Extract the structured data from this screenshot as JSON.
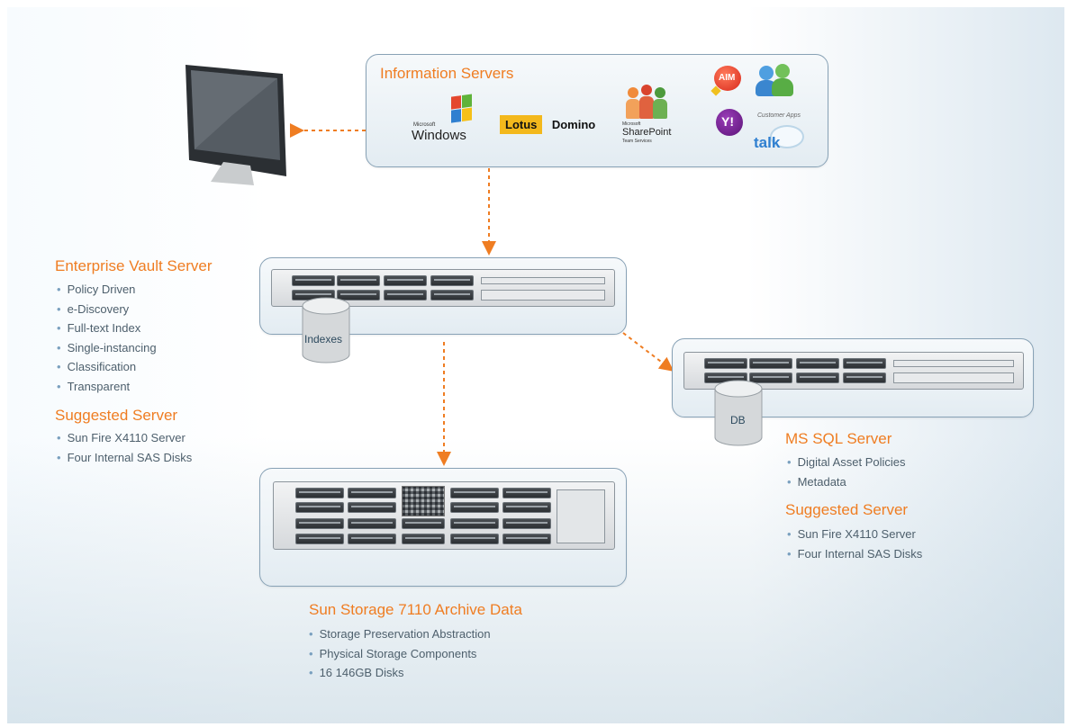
{
  "information_servers": {
    "title": "Information Servers",
    "logos": {
      "windows_small": "Microsoft",
      "windows": "Windows",
      "lotus": "Lotus",
      "domino": "Domino",
      "sharepoint_small": "Microsoft",
      "sharepoint": "SharePoint",
      "sharepoint_sub": "Team Services",
      "aim": "AIM",
      "yahoo": "Y!",
      "customer_apps": "Customer Apps",
      "talk": "talk"
    }
  },
  "enterprise_vault": {
    "title": "Enterprise Vault Server",
    "features": [
      "Policy Driven",
      "e-Discovery",
      "Full-text Index",
      "Single-instancing",
      "Classification",
      "Transparent"
    ],
    "suggested_title": "Suggested Server",
    "suggested": [
      "Sun Fire X4110 Server",
      "Four Internal SAS Disks"
    ],
    "db_label": "Indexes"
  },
  "ms_sql": {
    "title": "MS SQL Server",
    "features": [
      "Digital Asset Policies",
      "Metadata"
    ],
    "suggested_title": "Suggested Server",
    "suggested": [
      "Sun Fire X4110 Server",
      "Four Internal SAS Disks"
    ],
    "db_label": "DB"
  },
  "storage": {
    "title": "Sun Storage 7110 Archive Data",
    "features": [
      "Storage Preservation Abstraction",
      "Physical Storage Components",
      "16 146GB Disks"
    ]
  },
  "colors": {
    "accent": "#ef7d22",
    "panel_border": "#88a2b6",
    "text": "#4d5f6c"
  }
}
